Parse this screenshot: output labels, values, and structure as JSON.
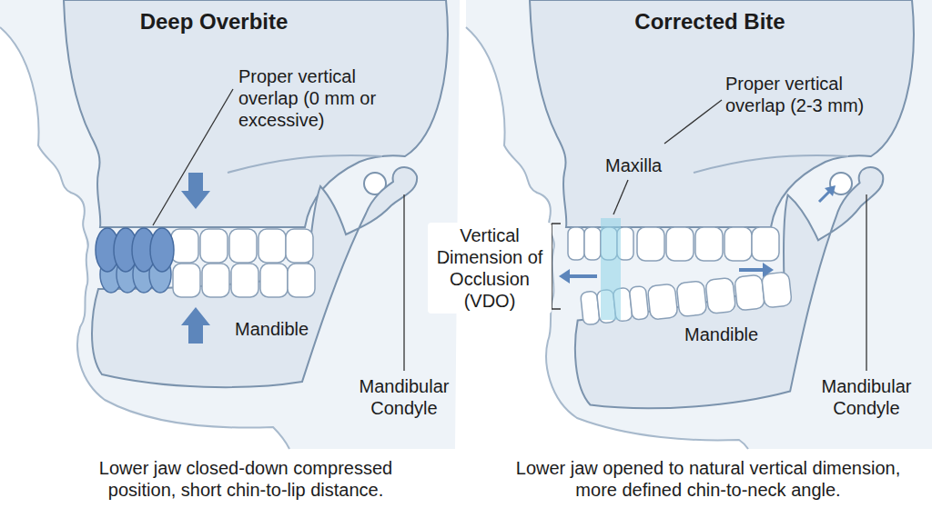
{
  "diagram": {
    "labels": [
      "Deep Overbite",
      "Proper vertical overlap (0 mm or excessive)",
      "Mandible",
      "Mandibular Condyle",
      "Lower jaw closed-down compressed position, short chin-to-lip distance.",
      "Corrected Bite",
      "Proper vertical overlap (2-3 mm)",
      "Maxilla",
      "Vertical Dimension of Occlusion (VDO)",
      "Mandible",
      "Mandibular Condyle",
      "Lower jaw opened to natural vertical dimension, more defined chin-to-neck angle."
    ]
  }
}
